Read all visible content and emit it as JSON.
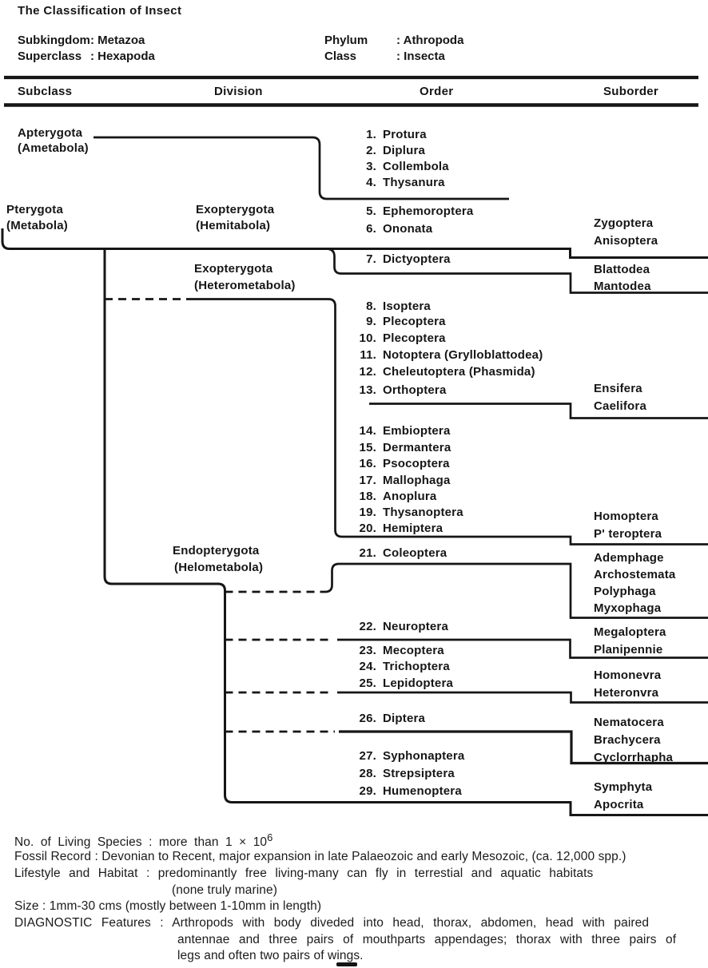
{
  "header": {
    "title": "The Classification of Insect",
    "fields": [
      {
        "label": "Subkingdom",
        "value": ": Metazoa"
      },
      {
        "label": "Superclass",
        "value": ": Hexapoda"
      },
      {
        "label": "Phylum",
        "value": ": Athropoda"
      },
      {
        "label": "Class",
        "value": ": Insecta"
      }
    ],
    "columns": [
      "Subclass",
      "Division",
      "Order",
      "Suborder"
    ]
  },
  "tree": {
    "subclasses": [
      {
        "name": "Apterygota",
        "meta": "(Ametabola)"
      },
      {
        "name": "Pterygota",
        "meta": "(Metabola)"
      }
    ],
    "divisions": [
      {
        "name": "Exopterygota",
        "meta": "(Hemitabola)"
      },
      {
        "name": "Exopterygota",
        "meta": "(Heterometabola)"
      },
      {
        "name": "Endopterygota",
        "meta": "(Helometabola)"
      }
    ],
    "orders": [
      {
        "num": "1.",
        "name": "Protura"
      },
      {
        "num": "2.",
        "name": "Diplura"
      },
      {
        "num": "3.",
        "name": "Collembola"
      },
      {
        "num": "4.",
        "name": "Thysanura"
      },
      {
        "num": "5.",
        "name": "Ephemoroptera"
      },
      {
        "num": "6.",
        "name": "Ononata"
      },
      {
        "num": "7.",
        "name": "Dictyoptera"
      },
      {
        "num": "8.",
        "name": "Isoptera"
      },
      {
        "num": "9.",
        "name": "Plecoptera"
      },
      {
        "num": "10.",
        "name": "Plecoptera"
      },
      {
        "num": "11.",
        "name": "Notoptera (Grylloblattodea)"
      },
      {
        "num": "12.",
        "name": "Cheleutoptera (Phasmida)"
      },
      {
        "num": "13.",
        "name": "Orthoptera"
      },
      {
        "num": "14.",
        "name": "Embioptera"
      },
      {
        "num": "15.",
        "name": "Dermantera"
      },
      {
        "num": "16.",
        "name": "Psocoptera"
      },
      {
        "num": "17.",
        "name": "Mallophaga"
      },
      {
        "num": "18.",
        "name": "Anoplura"
      },
      {
        "num": "19.",
        "name": "Thysanoptera"
      },
      {
        "num": "20.",
        "name": "Hemiptera"
      },
      {
        "num": "21.",
        "name": "Coleoptera"
      },
      {
        "num": "22.",
        "name": "Neuroptera"
      },
      {
        "num": "23.",
        "name": "Mecoptera"
      },
      {
        "num": "24.",
        "name": "Trichoptera"
      },
      {
        "num": "25.",
        "name": "Lepidoptera"
      },
      {
        "num": "26.",
        "name": "Diptera"
      },
      {
        "num": "27.",
        "name": "Syphonaptera"
      },
      {
        "num": "28.",
        "name": "Strepsiptera"
      },
      {
        "num": "29.",
        "name": "Humenoptera"
      }
    ],
    "suborder_groups": [
      {
        "items": [
          "Zygoptera",
          "Anisoptera"
        ]
      },
      {
        "items": [
          "Blattodea",
          "Mantodea"
        ]
      },
      {
        "items": [
          "Ensifera",
          "Caelifora"
        ]
      },
      {
        "items": [
          "Homoptera",
          "P' teroptera"
        ]
      },
      {
        "items": [
          "Ademphage",
          "Archostemata",
          "Polyphaga",
          "Myxophaga"
        ]
      },
      {
        "items": [
          "Megaloptera",
          "Planipennie"
        ]
      },
      {
        "items": [
          "Homonevra",
          "Heteronvra"
        ]
      },
      {
        "items": [
          "Nematocera",
          "Brachycera",
          "Cyclorrhapha"
        ]
      },
      {
        "items": [
          "Symphyta",
          "Apocrita"
        ]
      }
    ]
  },
  "footer": {
    "species_line": {
      "text": "No. of Living Species : more than 1  ×  10",
      "exp": "6"
    },
    "fossil": "Fossil Record : Devonian to Recent, major expansion in late Palaeozoic and early Mesozoic, (ca. 12,000 spp.)",
    "lifestyle": "Lifestyle and Habitat : predominantly free living-many can fly in terrestial and aquatic habitats",
    "lifestyle2": "(none truly marine)",
    "size": "Size : 1mm-30 cms (mostly between 1-10mm in length)",
    "diagnostic1": "DIAGNOSTIC Features : Arthropods with body diveded into head, thorax, abdomen, head with paired",
    "diagnostic2": "antennae and three pairs of mouthparts appendages; thorax with three pairs of",
    "diagnostic3": "legs and often two pairs of wings.",
    "line_color": "#161616"
  }
}
